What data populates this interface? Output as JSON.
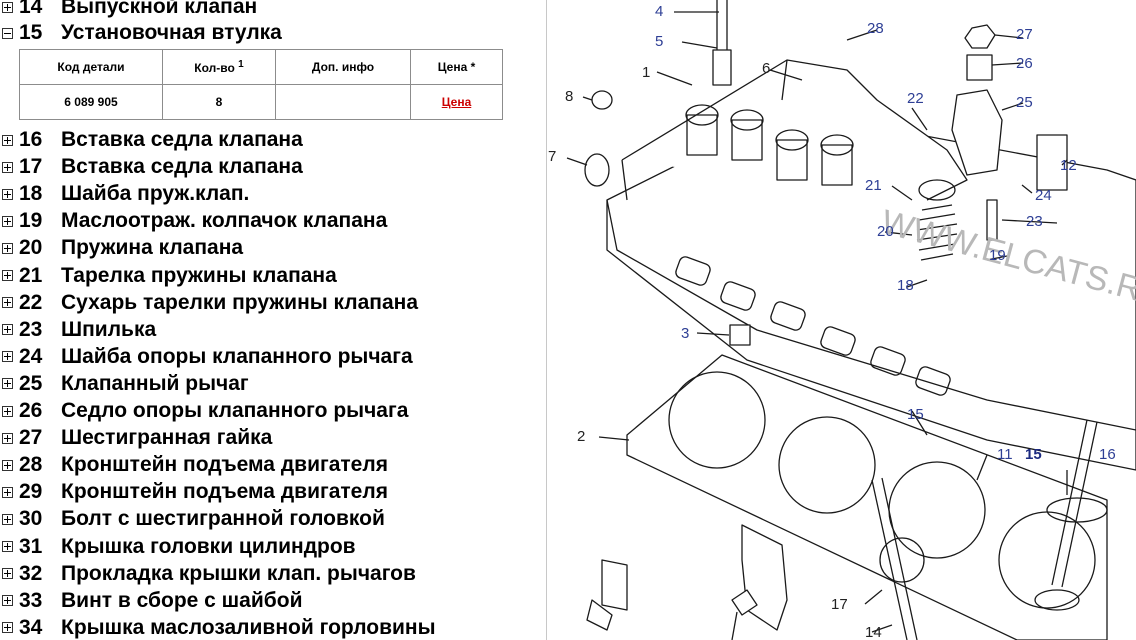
{
  "parts_list": {
    "item_14": {
      "num": "14",
      "name": "Выпускной клапан"
    },
    "item_15": {
      "num": "15",
      "name": "Установочная втулка"
    },
    "table": {
      "headers": {
        "code": "Код детали",
        "qty": "Кол-во",
        "qty_sup": "1",
        "info": "Доп. инфо",
        "price": "Цена *"
      },
      "row": {
        "code": "6 089 905",
        "qty": "8",
        "info": "",
        "price_link": "Цена"
      }
    },
    "items": [
      {
        "num": "16",
        "name": "Вставка седла клапана"
      },
      {
        "num": "17",
        "name": "Вставка седла клапана"
      },
      {
        "num": "18",
        "name": "Шайба пруж.клап."
      },
      {
        "num": "19",
        "name": "Маслоотраж. колпачок клапана"
      },
      {
        "num": "20",
        "name": "Пружина клапана"
      },
      {
        "num": "21",
        "name": "Тарелка пружины клапана"
      },
      {
        "num": "22",
        "name": "Сухарь тарелки пружины клапана"
      },
      {
        "num": "23",
        "name": "Шпилька"
      },
      {
        "num": "24",
        "name": "Шайба опоры клапанного рычага"
      },
      {
        "num": "25",
        "name": "Клапанный рычаг"
      },
      {
        "num": "26",
        "name": "Седло опоры клапанного рычага"
      },
      {
        "num": "27",
        "name": "Шестигранная гайка"
      },
      {
        "num": "28",
        "name": "Кронштейн подъема двигателя"
      },
      {
        "num": "29",
        "name": "Кронштейн подъема двигателя"
      },
      {
        "num": "30",
        "name": "Болт с шестигранной головкой"
      },
      {
        "num": "31",
        "name": "Крышка головки цилиндров"
      },
      {
        "num": "32",
        "name": "Прокладка крышки клап. рычагов"
      },
      {
        "num": "33",
        "name": "Винт в сборе с шайбой"
      },
      {
        "num": "34",
        "name": "Крышка маслозаливной горловины"
      }
    ]
  },
  "diagram": {
    "watermark": "WWW.ELCATS.RU",
    "callouts": [
      "4",
      "5",
      "1",
      "6",
      "8",
      "7",
      "28",
      "27",
      "26",
      "22",
      "25",
      "21",
      "12",
      "24",
      "20",
      "23",
      "19",
      "18",
      "3",
      "2",
      "15",
      "11",
      "15",
      "16",
      "17",
      "14"
    ]
  },
  "colors": {
    "callout": "#2e3f95",
    "price_link": "#c00000",
    "line_art": "#1a1a1a"
  }
}
